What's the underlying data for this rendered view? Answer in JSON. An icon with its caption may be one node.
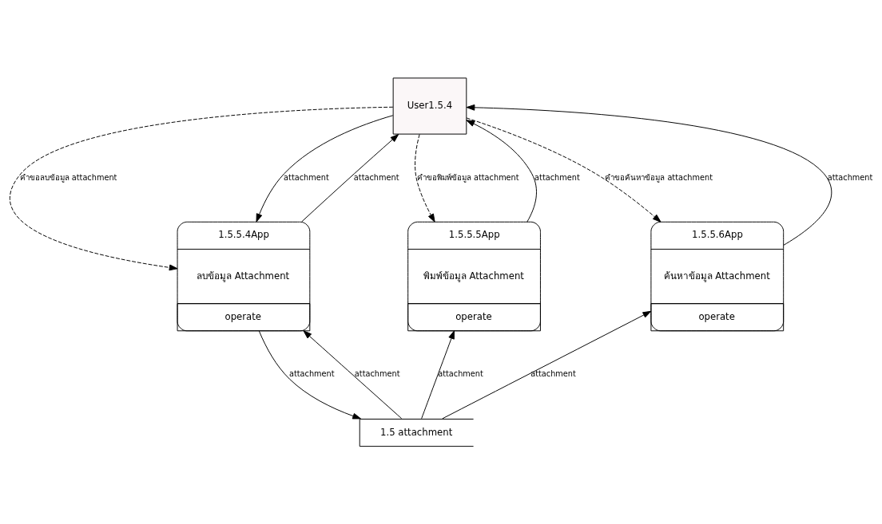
{
  "diagram": {
    "nodes": [
      {
        "text": [
          "User1.5.4"
        ]
      },
      {
        "text": [
          "1.5.5.4App",
          "ลบข้อมูล Attachment",
          "operate"
        ]
      },
      {
        "text": [
          "1.5.5.5App",
          "พิมพ์ข้อมูล Attachment",
          "operate"
        ]
      },
      {
        "text": [
          "1.5.5.6App",
          "ค้นหาข้อมูล Attachment",
          "operate"
        ]
      },
      {
        "text": [
          "1.5 attachment"
        ]
      }
    ],
    "edges": [
      {
        "from": 0,
        "to": 1,
        "arrow": "to",
        "label": "คำขอลบข้อมูล attachment",
        "style": "dashed"
      },
      {
        "from": 1,
        "to": 0,
        "arrow": "to",
        "label": "attachment"
      },
      {
        "from": 0,
        "to": 1,
        "arrow": "to",
        "label": "attachment"
      },
      {
        "from": 0,
        "to": 2,
        "arrow": "to",
        "label": "คำขอพิมพ์ข้อมูล attachment",
        "style": "dashed"
      },
      {
        "from": 2,
        "to": 0,
        "arrow": "to",
        "label": "attachment"
      },
      {
        "from": 3,
        "to": 0,
        "arrow": "to",
        "label": "attachment"
      },
      {
        "from": 0,
        "to": 3,
        "arrow": "to",
        "label": "คำขอค้นหาข้อมูล attachment",
        "style": "dashed"
      },
      {
        "from": 4,
        "to": 1,
        "arrow": "to",
        "label": "attachment"
      },
      {
        "from": 1,
        "to": 4,
        "arrow": "to",
        "label": "attachment"
      },
      {
        "from": 4,
        "to": 2,
        "arrow": "to",
        "label": "attachment"
      },
      {
        "from": 4,
        "to": 3,
        "arrow": "to",
        "label": "attachment"
      }
    ]
  }
}
